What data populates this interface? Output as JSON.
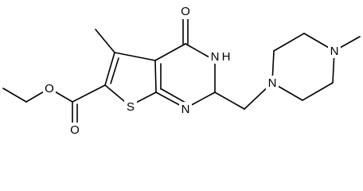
{
  "diagram": {
    "atom_labels": {
      "o_ester_carbonyl": "O",
      "o_ester_ether": "O",
      "s_thiophene": "S",
      "n_pyrimidine": "N",
      "nh": "N",
      "h": "H",
      "o_ketone": "O",
      "n_piperazine_1": "N",
      "n_piperazine_4": "N"
    }
  }
}
